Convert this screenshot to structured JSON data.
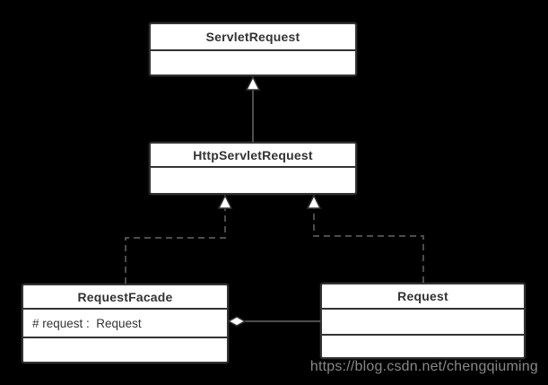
{
  "diagram": {
    "type": "uml-class-diagram",
    "classes": [
      {
        "name": "ServletRequest",
        "attributes": []
      },
      {
        "name": "HttpServletRequest",
        "attributes": []
      },
      {
        "name": "RequestFacade",
        "attributes": [
          "# request :  Request"
        ]
      },
      {
        "name": "Request",
        "attributes": []
      }
    ],
    "relationships": [
      {
        "type": "generalization",
        "from": "HttpServletRequest",
        "to": "ServletRequest",
        "line": "solid",
        "head": "hollow-triangle"
      },
      {
        "type": "realization",
        "from": "RequestFacade",
        "to": "HttpServletRequest",
        "line": "dashed",
        "head": "hollow-triangle"
      },
      {
        "type": "realization",
        "from": "Request",
        "to": "HttpServletRequest",
        "line": "dashed",
        "head": "hollow-triangle"
      },
      {
        "type": "aggregation",
        "from": "RequestFacade",
        "to": "Request",
        "line": "solid",
        "head": "hollow-diamond-at-RequestFacade"
      }
    ]
  },
  "watermark": {
    "text": "https://blog.csdn.net/chengqiuming"
  },
  "colors": {
    "background": "#000000",
    "class_fill": "#ffffff",
    "class_border": "#333333",
    "class_text": "#333333",
    "connector": "#4d4d4d",
    "arrowhead_fill": "#ffffff",
    "watermark_text": "#888888"
  }
}
